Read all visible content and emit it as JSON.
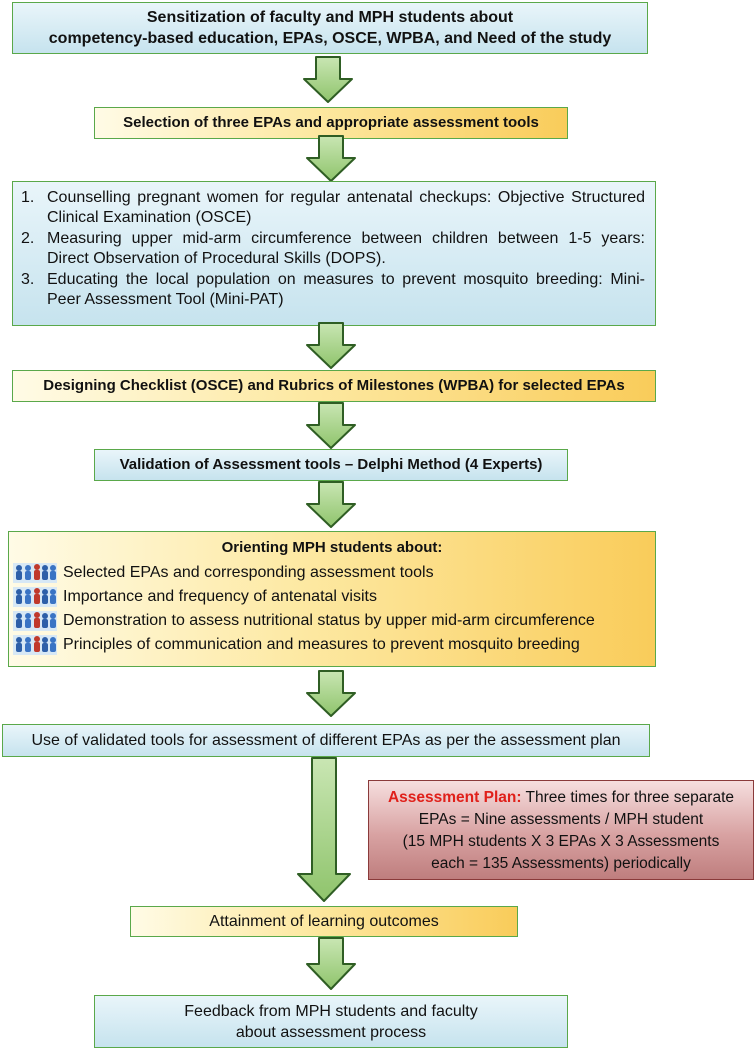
{
  "step1": {
    "line1": "Sensitization of faculty and MPH students about",
    "line2": "competency-based education, EPAs, OSCE, WPBA, and Need of the study"
  },
  "step2": "Selection of three EPAs and appropriate assessment tools",
  "step3": {
    "items": [
      {
        "num": "1.",
        "text": "Counselling pregnant women for regular antenatal checkups: Objective Structured Clinical Examination (OSCE)"
      },
      {
        "num": "2.",
        "text": "Measuring upper mid-arm circumference between children between 1-5 years: Direct Observation of Procedural Skills (DOPS)."
      },
      {
        "num": "3.",
        "text": "Educating the local population on measures to prevent mosquito breeding: Mini-Peer Assessment Tool (Mini-PAT)"
      }
    ]
  },
  "step4": "Designing Checklist (OSCE) and Rubrics of Milestones (WPBA) for selected EPAs",
  "step5": "Validation of Assessment tools – Delphi Method (4 Experts)",
  "step6": {
    "title": "Orienting MPH students about:",
    "items": [
      "Selected EPAs and corresponding assessment tools",
      "Importance and frequency of antenatal visits",
      "Demonstration to assess nutritional status by upper mid-arm circumference",
      "Principles of communication and measures to prevent mosquito breeding"
    ],
    "bullet_icon": "people-group-icon"
  },
  "step7": "Use of validated tools for assessment of different EPAs as per the assessment plan",
  "assessment_plan": {
    "label": "Assessment Plan:",
    "line1": "Three times for three separate",
    "line2": "EPAs = Nine assessments / MPH student",
    "line3": "(15 MPH students X 3 EPAs X 3 Assessments",
    "line4": "each = 135 Assessments) periodically"
  },
  "step8": "Attainment of learning outcomes",
  "step9": {
    "line1": "Feedback from MPH students and faculty",
    "line2": "about assessment process"
  },
  "colors": {
    "border": "#5aa84a",
    "arrow_fill": "#a9d18e",
    "arrow_stroke": "#2f5e24",
    "plan_label": "#e0201a"
  }
}
